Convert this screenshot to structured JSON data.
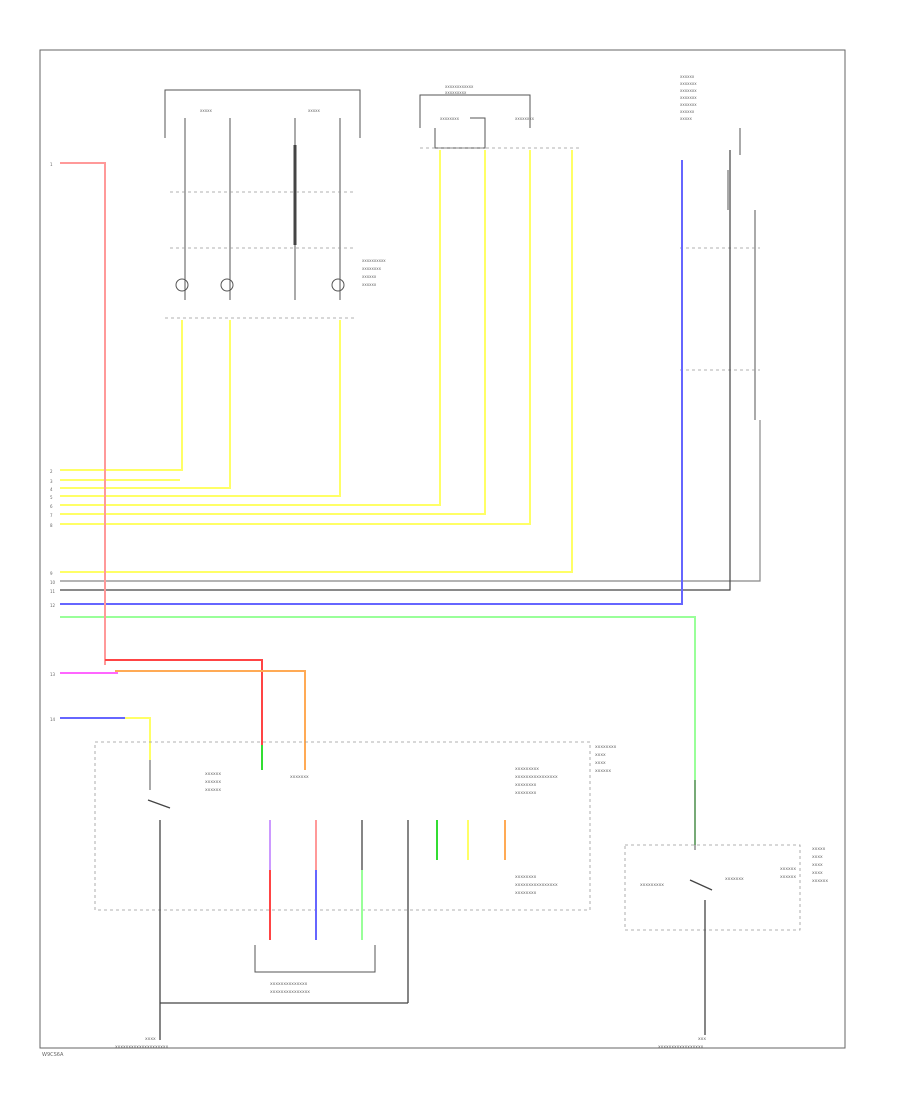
{
  "colors": {
    "yellow": "#ffff66",
    "pink": "#ff9999",
    "red": "#ff4444",
    "orange": "#ffaa55",
    "magenta": "#ff66ff",
    "blue": "#6666ff",
    "violet": "#cc99ff",
    "green": "#99ff99",
    "dark_green": "#33dd33",
    "gray": "#888888",
    "black": "#444444"
  },
  "labels": {
    "footer_code": "W9CS6A",
    "pin_labels": [
      "1",
      "2",
      "3",
      "4",
      "5",
      "6",
      "7",
      "8",
      "9",
      "10",
      "11",
      "12",
      "13",
      "14"
    ]
  }
}
